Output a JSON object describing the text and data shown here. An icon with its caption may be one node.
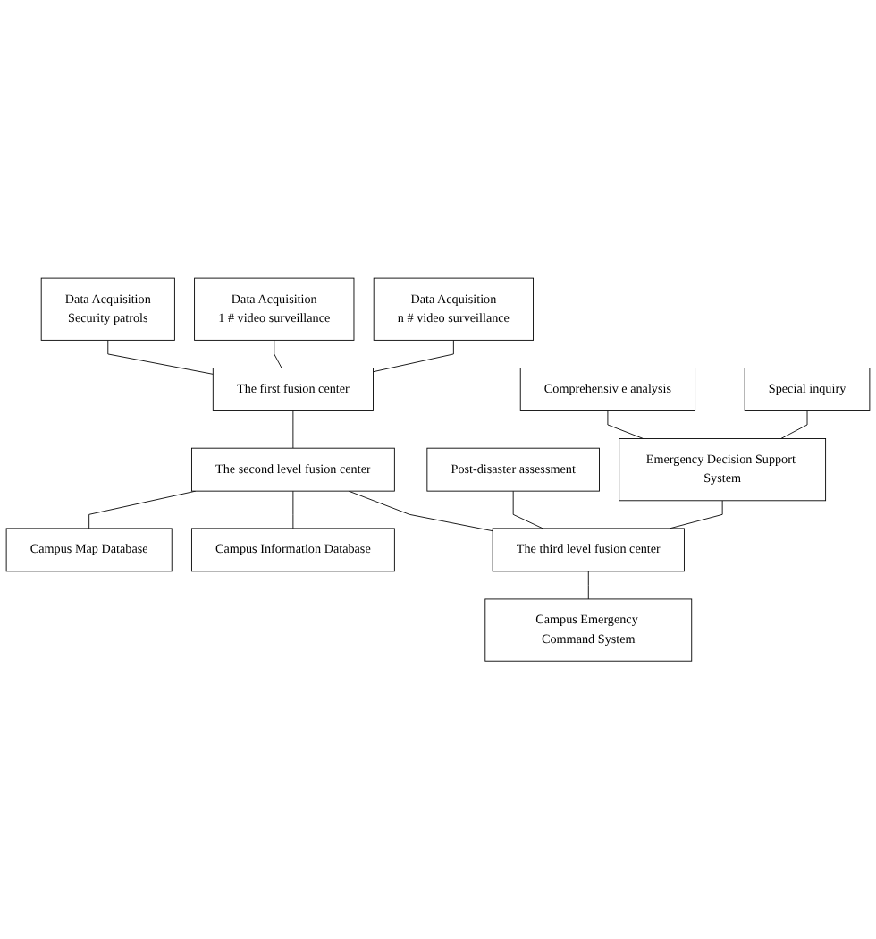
{
  "diagram": {
    "nodes": [
      {
        "text": [
          "Data Acquisition",
          "Security patrols"
        ]
      },
      {
        "text": [
          "Data Acquisition",
          "1 # video surveillance"
        ]
      },
      {
        "text": [
          "Data Acquisition",
          "n # video surveillance"
        ]
      },
      {
        "text": [
          "The first fusion center"
        ]
      },
      {
        "text": [
          "The second level fusion center"
        ]
      },
      {
        "text": [
          "Campus Map Database"
        ]
      },
      {
        "text": [
          "Campus Information Database"
        ]
      },
      {
        "text": [
          "Comprehensiv e analysis"
        ]
      },
      {
        "text": [
          "Special inquiry"
        ]
      },
      {
        "text": [
          "Post-disaster assessment"
        ]
      },
      {
        "text": [
          "Emergency Decision Support System"
        ]
      },
      {
        "text": [
          "The third level fusion center"
        ]
      },
      {
        "text": [
          "Campus Emergency Command System"
        ]
      }
    ],
    "edges": [
      {
        "from": 0,
        "to": 3,
        "arrow": "none"
      },
      {
        "from": 1,
        "to": 3,
        "arrow": "none"
      },
      {
        "from": 2,
        "to": 3,
        "arrow": "none"
      },
      {
        "from": 3,
        "to": 4,
        "arrow": "none"
      },
      {
        "from": 4,
        "to": 5,
        "arrow": "none"
      },
      {
        "from": 4,
        "to": 6,
        "arrow": "none"
      },
      {
        "from": 4,
        "to": 11,
        "arrow": "none"
      },
      {
        "from": 7,
        "to": 10,
        "arrow": "none"
      },
      {
        "from": 8,
        "to": 10,
        "arrow": "none"
      },
      {
        "from": 9,
        "to": 11,
        "arrow": "none"
      },
      {
        "from": 10,
        "to": 11,
        "arrow": "none"
      },
      {
        "from": 11,
        "to": 12,
        "arrow": "none"
      }
    ]
  }
}
